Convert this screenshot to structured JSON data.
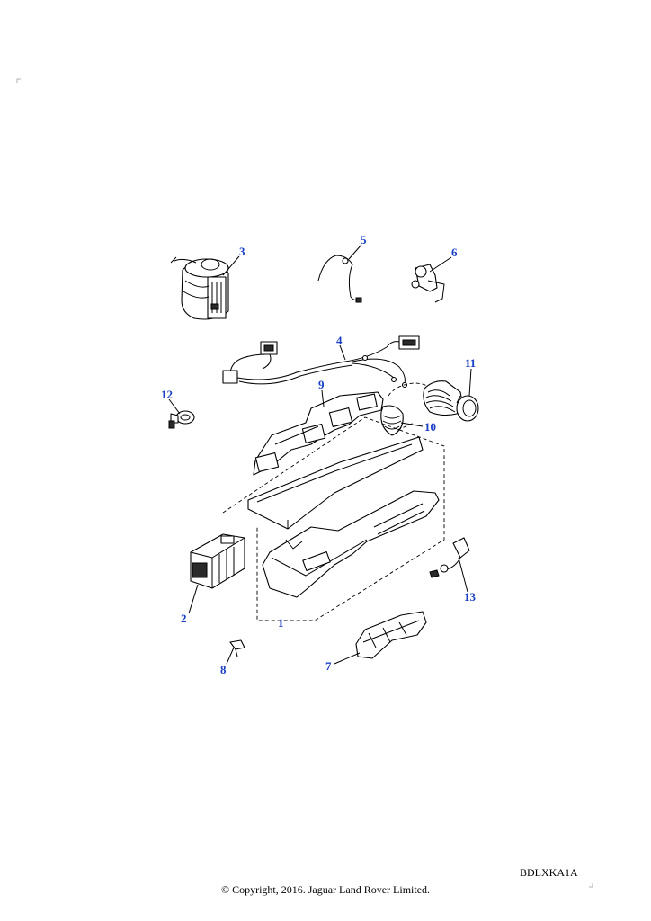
{
  "diagram": {
    "callouts": [
      {
        "id": "1",
        "label": "1"
      },
      {
        "id": "2",
        "label": "2"
      },
      {
        "id": "3",
        "label": "3"
      },
      {
        "id": "4",
        "label": "4"
      },
      {
        "id": "5",
        "label": "5"
      },
      {
        "id": "6",
        "label": "6"
      },
      {
        "id": "7",
        "label": "7"
      },
      {
        "id": "8",
        "label": "8"
      },
      {
        "id": "9",
        "label": "9"
      },
      {
        "id": "10",
        "label": "10"
      },
      {
        "id": "11",
        "label": "11"
      },
      {
        "id": "12",
        "label": "12"
      },
      {
        "id": "13",
        "label": "13"
      }
    ],
    "callout_color": "#1a3fc4"
  },
  "footer": {
    "reference_code": "BDLXKA1A",
    "copyright": "© Copyright, 2016. Jaguar Land Rover Limited."
  }
}
